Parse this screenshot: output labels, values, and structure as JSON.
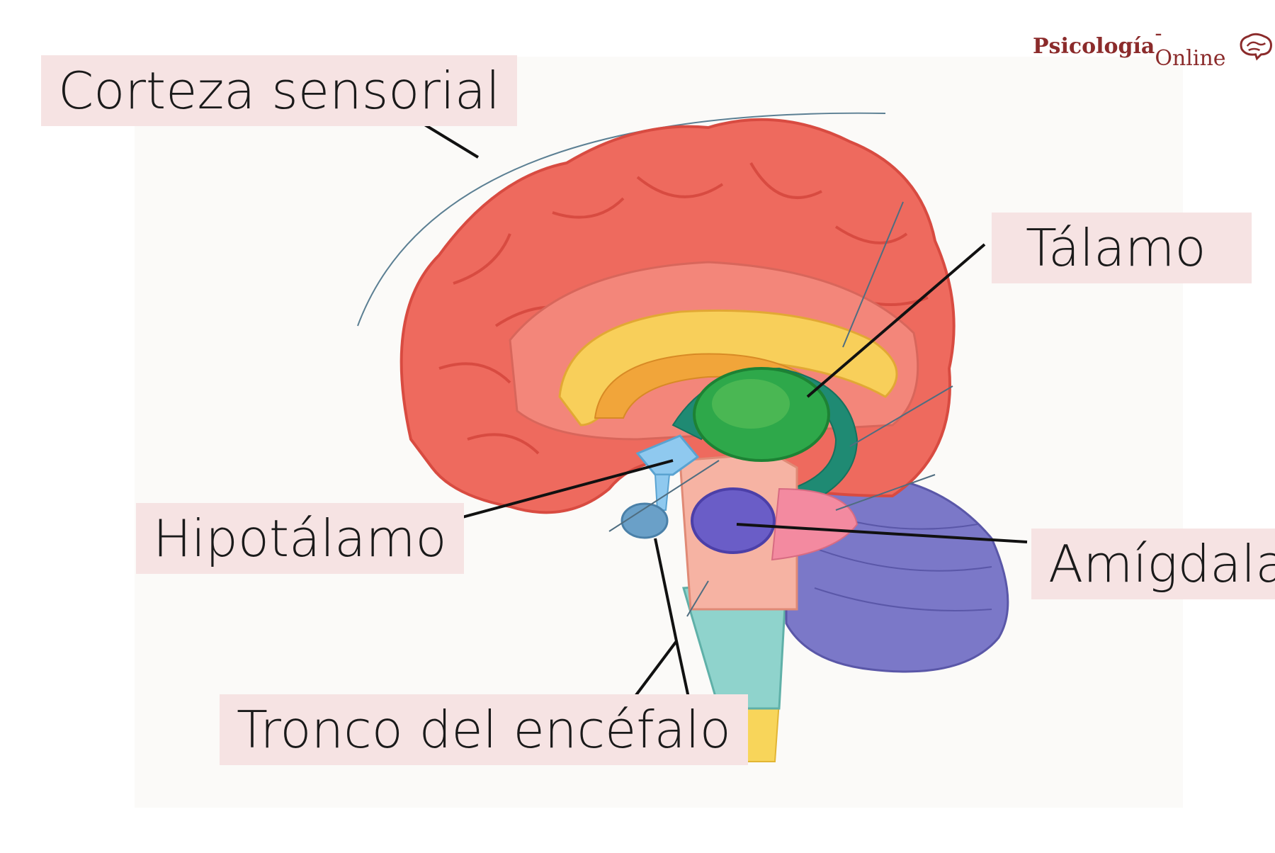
{
  "brand": {
    "name_bold": "Psicología",
    "name_rest": "-Online",
    "icon": "brain-logo-icon"
  },
  "labels": {
    "corteza": "Corteza sensorial",
    "talamo": "Tálamo",
    "hipotalamo": "Hipotálamo",
    "amigdala": "Amígdala",
    "tronco": "Tronco del encéfalo"
  },
  "colors": {
    "cortex": "#ee6a5e",
    "cortex_dark": "#d84b41",
    "inner_cortex": "#f3867a",
    "corpus_callosum": "#f8cf5a",
    "fornix": "#f1a53a",
    "thalamus": "#2ea84a",
    "hippocampus_band": "#1f8a73",
    "hypothalamus": "#8fc9ef",
    "pituitary": "#6aa0c8",
    "amygdala": "#6a5dc7",
    "pons": "#f6b3a3",
    "cerebellum": "#7b78c8",
    "brainstem": "#8fd3cc",
    "spinal_cord": "#f8d55a",
    "label_bg": "#f6e3e3",
    "brand_color": "#8b2b2b"
  }
}
